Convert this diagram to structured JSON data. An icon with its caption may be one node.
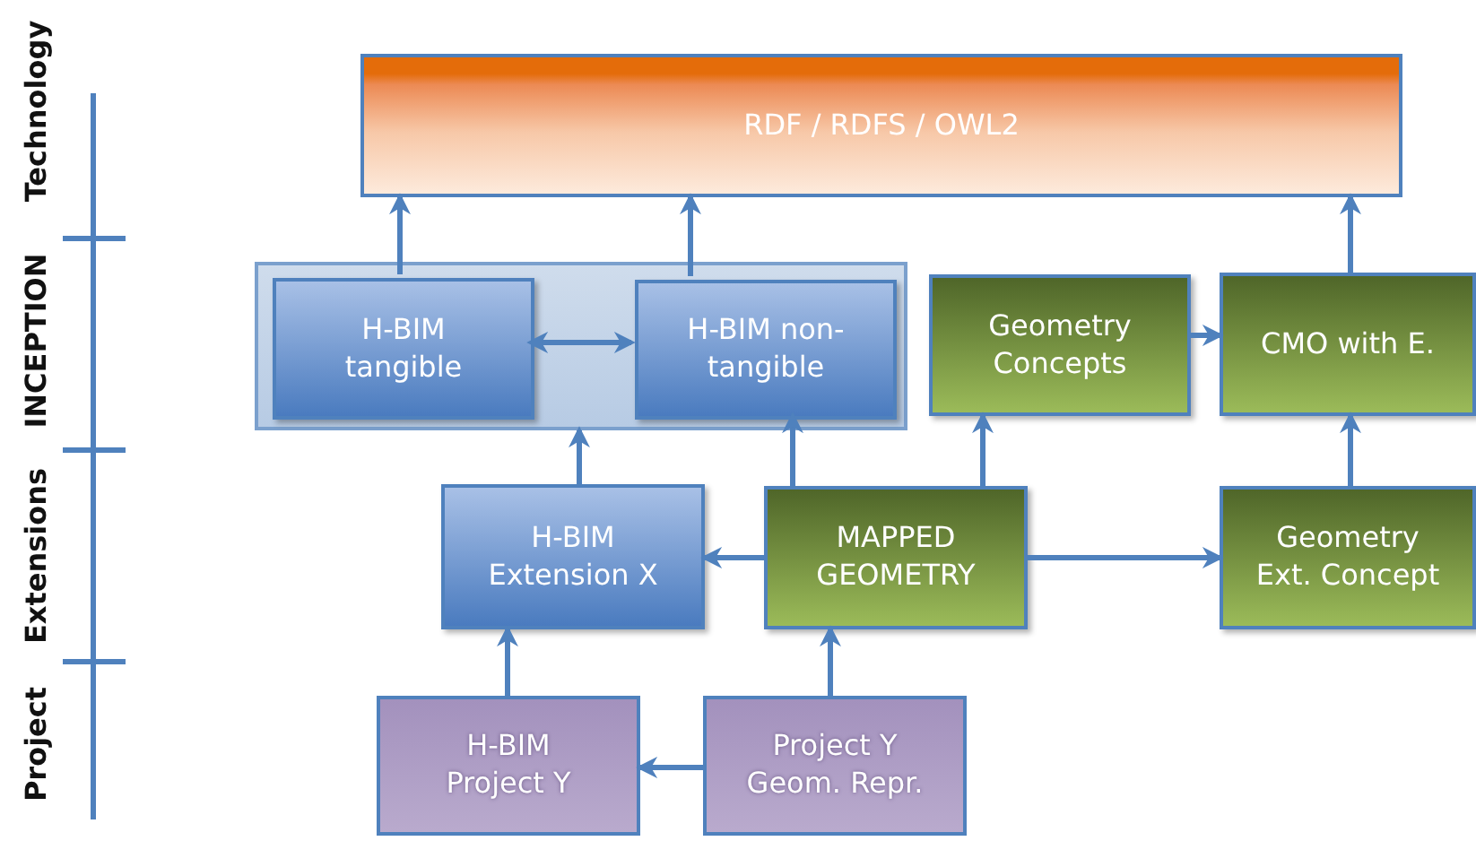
{
  "diagram": {
    "nodes": [
      {
        "text": [
          "RDF / RDFS / OWL2"
        ]
      },
      {
        "text": [],
        "shape": "box"
      },
      {
        "text": [
          "H-BIM tangible"
        ],
        "in": 1
      },
      {
        "text": [
          "H-BIM non-tangible"
        ],
        "in": 1
      },
      {
        "text": [
          "Geometry Concepts"
        ]
      },
      {
        "text": [
          "CMO with E."
        ]
      },
      {
        "text": [
          "H-BIM Extension X"
        ]
      },
      {
        "text": [
          "MAPPED GEOMETRY"
        ]
      },
      {
        "text": [
          "Geometry Ext. Concept"
        ]
      },
      {
        "text": [
          "H-BIM Project Y"
        ]
      },
      {
        "text": [
          "Project Y Geom. Repr."
        ]
      }
    ],
    "edges": [
      {
        "from": 2,
        "to": 0,
        "arrow": "to"
      },
      {
        "from": 3,
        "to": 0,
        "arrow": "to"
      },
      {
        "from": 5,
        "to": 0,
        "arrow": "to"
      },
      {
        "from": 2,
        "to": 3,
        "arrow": "both"
      },
      {
        "from": 4,
        "to": 5,
        "arrow": "to"
      },
      {
        "from": 6,
        "to": 1,
        "arrow": "to"
      },
      {
        "from": 7,
        "to": 3,
        "arrow": "to"
      },
      {
        "from": 7,
        "to": 4,
        "arrow": "to"
      },
      {
        "from": 7,
        "to": 6,
        "arrow": "to"
      },
      {
        "from": 7,
        "to": 8,
        "arrow": "to"
      },
      {
        "from": 8,
        "to": 5,
        "arrow": "to"
      },
      {
        "from": 9,
        "to": 6,
        "arrow": "to"
      },
      {
        "from": 10,
        "to": 9,
        "arrow": "to"
      },
      {
        "from": 10,
        "to": 7,
        "arrow": "to"
      }
    ],
    "labels": [
      "Technology",
      "INCEPTION",
      "Extensions",
      "Project"
    ]
  }
}
